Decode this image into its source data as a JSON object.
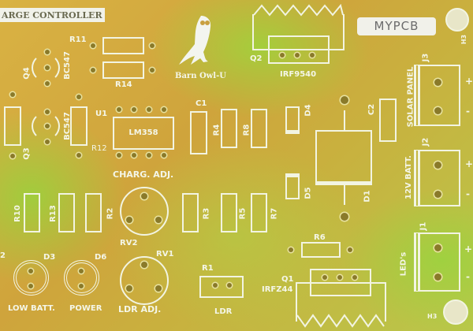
{
  "title_banner": "ARGE CONTROLLER",
  "logo": {
    "text": "Barn Owl-U"
  },
  "brand": "MYPCB",
  "mount_holes": [
    "H3",
    "H3"
  ],
  "transistors": {
    "q2": {
      "ref": "Q2",
      "part": "IRF9540"
    },
    "q1": {
      "ref": "Q1",
      "part": "IRFZ44"
    },
    "q4": {
      "ref": "Q4",
      "part": "BC547"
    },
    "q3": {
      "ref": "Q3",
      "part": "BC547"
    }
  },
  "ic": {
    "ref": "U1",
    "part": "LM358"
  },
  "resistors": [
    "R11",
    "R14",
    "R12",
    "R4",
    "R8",
    "R10",
    "R13",
    "R2",
    "R3",
    "R5",
    "R7",
    "R6",
    "R1"
  ],
  "capacitors": [
    "C1",
    "C2"
  ],
  "diodes": [
    "D4",
    "D5",
    "D1",
    "D3",
    "D6"
  ],
  "pots": {
    "rv2": {
      "ref": "RV2",
      "label": "CHARG. ADJ."
    },
    "rv1": {
      "ref": "RV1",
      "label": "LDR ADJ."
    }
  },
  "leds": {
    "d3": "LOW BATT.",
    "d6": "POWER"
  },
  "ldr_label": "LDR",
  "connectors": [
    {
      "ref": "J3",
      "label": "SOLAR PANEL"
    },
    {
      "ref": "J2",
      "label": "12V BATT."
    },
    {
      "ref": "J1",
      "label": "LED's"
    }
  ],
  "polarity": {
    "plus": "+",
    "minus": "-"
  },
  "left_edge_label": "2"
}
